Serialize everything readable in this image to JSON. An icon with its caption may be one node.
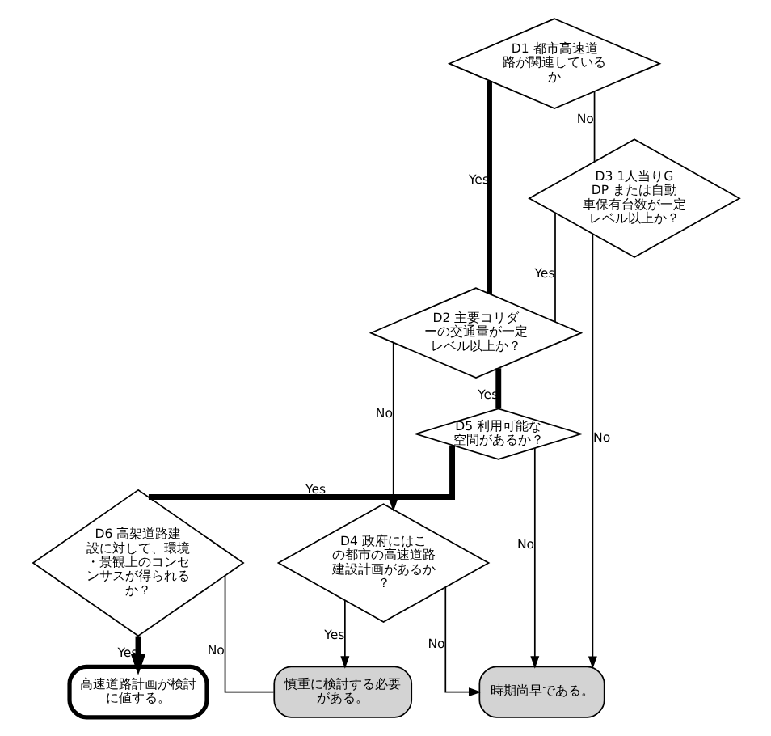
{
  "diagram": {
    "nodes": [
      {
        "text": [
          "D1 都市高速道路が関連しているか"
        ]
      },
      {
        "text": [
          "D3 1人当りGDP または自動車保有台数が一定レベル以上か？"
        ]
      },
      {
        "text": [
          "D2 主要コリダーの交通量が一定レベル以上か？"
        ]
      },
      {
        "text": [
          "D4 政府にはこの都市の高速道路建設計画があるか？"
        ]
      },
      {
        "text": [
          "D5 利用可能な空間があるか？"
        ]
      },
      {
        "text": [
          "D6 高架道路建設に対して、環境・景観上のコンセンサスが得られるか？"
        ]
      },
      {
        "text": [
          "高速道路計画が検討に値する。"
        ]
      },
      {
        "text": [
          "慎重に検討する必要がある。"
        ]
      },
      {
        "text": [
          "時期尚早である。"
        ]
      }
    ],
    "edges": [
      {
        "from": 0,
        "to": 2,
        "arrow": "none",
        "label": "Yes",
        "style": "thick"
      },
      {
        "from": 0,
        "to": 1,
        "arrow": "none",
        "label": "No"
      },
      {
        "from": 1,
        "to": 2,
        "arrow": "none",
        "label": "Yes"
      },
      {
        "from": 1,
        "to": 8,
        "arrow": "to",
        "label": "No"
      },
      {
        "from": 2,
        "to": 3,
        "arrow": "to",
        "label": "No"
      },
      {
        "from": 2,
        "to": 4,
        "arrow": "none",
        "label": "Yes",
        "style": "thick"
      },
      {
        "from": 3,
        "to": 8,
        "arrow": "to",
        "label": "No"
      },
      {
        "from": 3,
        "to": 7,
        "arrow": "to",
        "label": "Yes"
      },
      {
        "from": 4,
        "to": 8,
        "arrow": "to",
        "label": "No"
      },
      {
        "from": 4,
        "to": 5,
        "arrow": "none",
        "label": "Yes",
        "style": "thick"
      },
      {
        "from": 5,
        "to": 7,
        "arrow": "none",
        "label": "No"
      },
      {
        "from": 5,
        "to": 6,
        "arrow": "to",
        "label": "Yes",
        "style": "thick"
      }
    ]
  }
}
